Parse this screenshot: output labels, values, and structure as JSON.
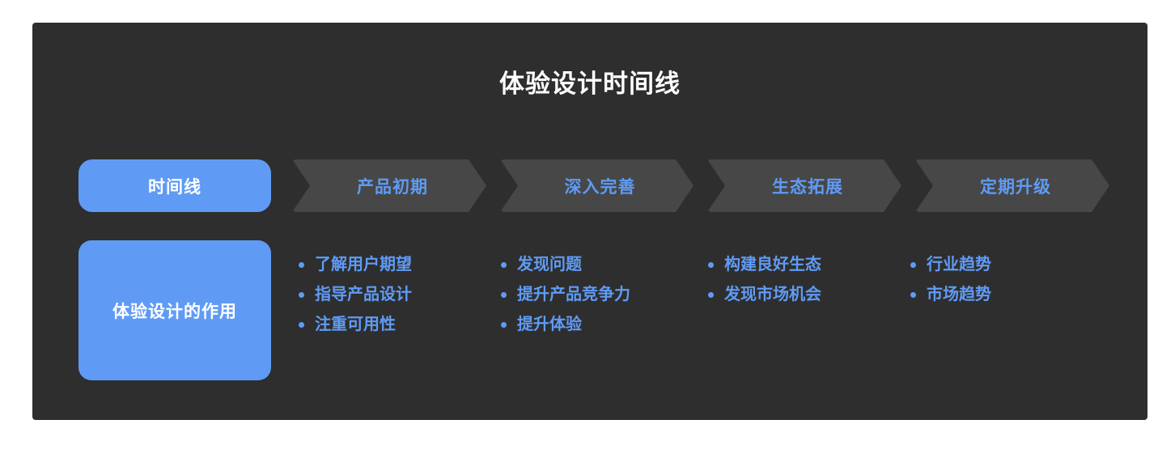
{
  "title": "体验设计时间线",
  "theme": {
    "page_background": "#ffffff",
    "card_background": "#2e2e2e",
    "accent_blue": "#5f9bf5",
    "chevron_gray": "#474747",
    "title_color": "#ffffff"
  },
  "phase_row": {
    "row_label": "时间线",
    "stages": [
      {
        "label": "产品初期"
      },
      {
        "label": "深入完善"
      },
      {
        "label": "生态拓展"
      },
      {
        "label": "定期升级"
      }
    ]
  },
  "detail_row": {
    "row_label": "体验设计的作用",
    "columns": [
      {
        "items": [
          "了解用户期望",
          "指导产品设计",
          "注重可用性"
        ]
      },
      {
        "items": [
          "发现问题",
          "提升产品竞争力",
          "提升体验"
        ]
      },
      {
        "items": [
          "构建良好生态",
          "发现市场机会"
        ]
      },
      {
        "items": [
          "行业趋势",
          "市场趋势"
        ]
      }
    ]
  }
}
